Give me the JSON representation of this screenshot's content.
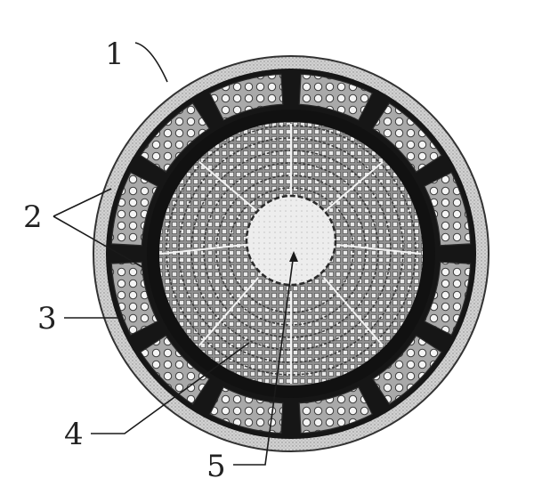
{
  "figure": {
    "labels": [
      "1",
      "2",
      "3",
      "4",
      "5"
    ]
  },
  "colors": {
    "background": "#ffffff",
    "outer_ring": "#cfcfcf",
    "dark_tissue": "#161616",
    "cell_patch": "#b8b8b8",
    "cell_wall": "#ffffff",
    "wood_ring": "#9a9a9a",
    "pith": "#e9e9e9",
    "ink": "#1a1a1a"
  }
}
